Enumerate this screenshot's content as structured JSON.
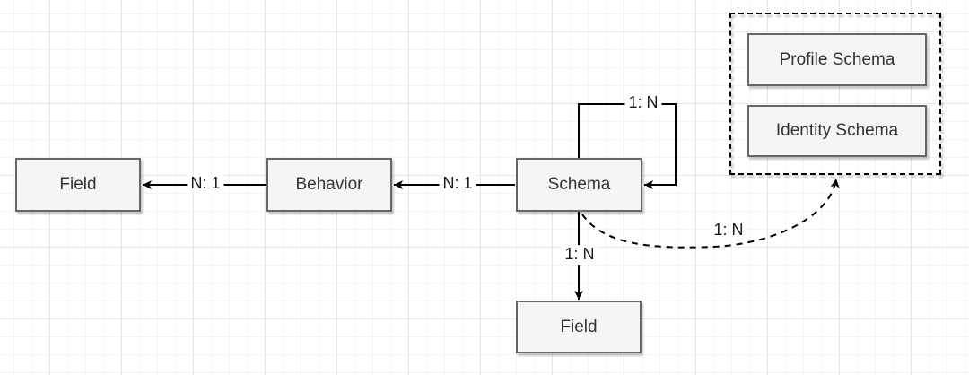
{
  "canvas": {
    "kind": "diagram-grid-canvas",
    "background_color": "#ffffff",
    "grid_minor_color": "#f4f4f4",
    "grid_major_color": "#e6e6e6",
    "node_fill": "#f5f5f5",
    "node_border": "#666666",
    "edge_color": "#000000",
    "text_color": "#333333"
  },
  "nodes": [
    {
      "id": "field-left",
      "label": "Field"
    },
    {
      "id": "behavior",
      "label": "Behavior"
    },
    {
      "id": "schema",
      "label": "Schema"
    },
    {
      "id": "field-bottom",
      "label": "Field"
    },
    {
      "id": "profile-schema",
      "label": "Profile Schema"
    },
    {
      "id": "identity-schema",
      "label": "Identity Schema"
    }
  ],
  "group": {
    "id": "schema-types-group",
    "style": "dashed-rectangle",
    "children": [
      "Profile Schema",
      "Identity Schema"
    ]
  },
  "edges": [
    {
      "id": "behavior-to-field",
      "from": "Behavior",
      "to": "Field",
      "label": "N: 1",
      "style": "solid"
    },
    {
      "id": "schema-to-behavior",
      "from": "Schema",
      "to": "Behavior",
      "label": "N: 1",
      "style": "solid"
    },
    {
      "id": "schema-self-loop",
      "from": "Schema",
      "to": "Schema",
      "label": "1: N",
      "style": "solid"
    },
    {
      "id": "schema-to-field-bottom",
      "from": "Schema",
      "to": "Field",
      "label": "1: N",
      "style": "solid"
    },
    {
      "id": "schema-to-group",
      "from": "Schema",
      "to": "schema-types-group",
      "label": "1: N",
      "style": "dashed-curve"
    }
  ]
}
